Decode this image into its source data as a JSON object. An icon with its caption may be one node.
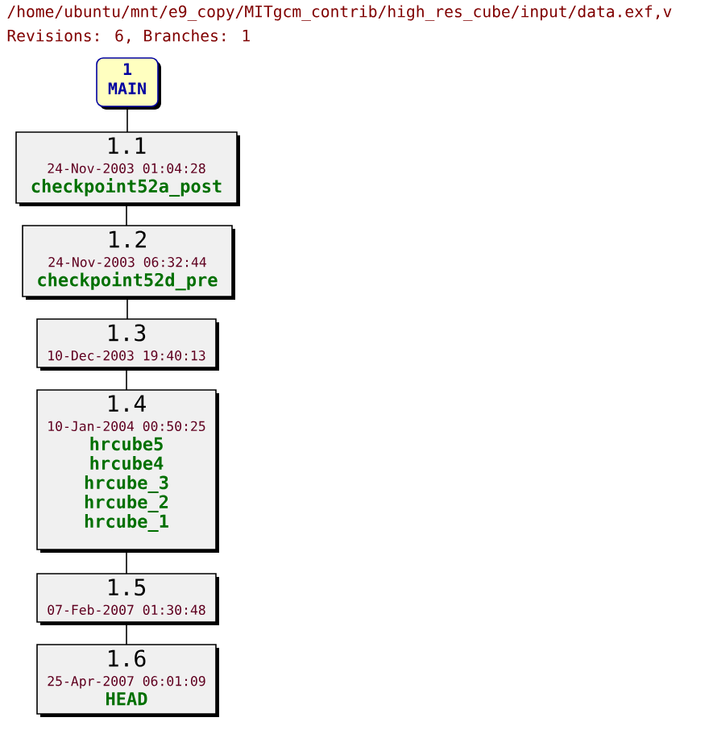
{
  "diagram": {
    "title": "/home/ubuntu/mnt/e9_copy/MITgcm_contrib/high_res_cube/input/data.exf,v",
    "nodes": [
      {
        "text": [
          "1",
          "MAIN"
        ]
      },
      {
        "text": [
          "1.1",
          "24-Nov-2003 01:04:28",
          "checkpoint52a_post"
        ]
      },
      {
        "text": [
          "1.2",
          "24-Nov-2003 06:32:44",
          "checkpoint52d_pre"
        ]
      },
      {
        "text": [
          "1.3",
          "10-Dec-2003 19:40:13"
        ]
      },
      {
        "text": [
          "1.4",
          "10-Jan-2004 00:50:25",
          "hrcube5",
          "hrcube4",
          "hrcube_3",
          "hrcube_2",
          "hrcube_1"
        ]
      },
      {
        "text": [
          "1.5",
          "07-Feb-2007 01:30:48"
        ]
      },
      {
        "text": [
          "1.6",
          "25-Apr-2007 06:01:09",
          "HEAD"
        ]
      }
    ],
    "edges": [
      {
        "from": 0,
        "to": 1,
        "arrow": "none"
      },
      {
        "from": 1,
        "to": 2,
        "arrow": "none"
      },
      {
        "from": 2,
        "to": 3,
        "arrow": "none"
      },
      {
        "from": 3,
        "to": 4,
        "arrow": "none"
      },
      {
        "from": 4,
        "to": 5,
        "arrow": "none"
      },
      {
        "from": 5,
        "to": 6,
        "arrow": "none"
      }
    ],
    "labels": [
      "Revisions: 6, Branches: 1"
    ]
  }
}
